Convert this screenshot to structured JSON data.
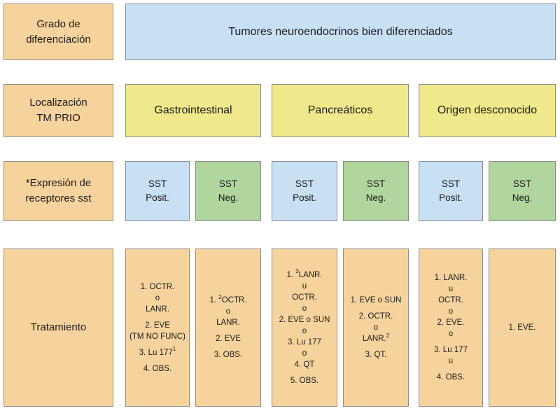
{
  "rows": {
    "grado": [
      "Grado de",
      "diferenciación"
    ],
    "localizacion": [
      "Localización",
      "TM PRIO"
    ],
    "expresion": [
      "*Expresión de",
      "receptores sst"
    ],
    "tratamiento": "Tratamiento"
  },
  "header": "Tumores neuroendocrinos bien diferenciados",
  "groups": {
    "gastro": "Gastrointestinal",
    "pancreas": "Pancreáticos",
    "origen": "Origen desconocido"
  },
  "sst": {
    "pos": [
      "SST",
      "Posit."
    ],
    "neg": [
      "SST",
      "Neg."
    ]
  },
  "treatments": {
    "gastro_pos": {
      "l1": "1. OCTR.",
      "l2": "o",
      "l3": "LANR.",
      "l4": "2. EVE",
      "l5": "(TM NO FUNC)",
      "l6": "3. Lu 177",
      "l6sup": "1",
      "l7": "4. OBS."
    },
    "gastro_neg": {
      "l1a": "1. ",
      "l1sup": "2",
      "l1b": "OCTR.",
      "l2": "o",
      "l3": "LANR.",
      "l4": "2. EVE",
      "l5": "3. OBS."
    },
    "panc_pos": {
      "l1a": "1. ",
      "l1sup": "3",
      "l1b": "LANR.",
      "l2": "u",
      "l3": "OCTR.",
      "l4": "o",
      "l5": "2. EVE o SUN",
      "l6": "o",
      "l7": "3. Lu 177",
      "l8": "o",
      "l9": "4. QT",
      "l10": "5. OBS."
    },
    "panc_neg": {
      "l1": "1. EVE o SUN",
      "l2": "2. OCTR.",
      "l3": "o",
      "l4": "LANR.",
      "l4sup": "2",
      "l5": "3. QT."
    },
    "orig_pos": {
      "l1": "1. LANR.",
      "l2": "u",
      "l3": "OCTR.",
      "l4": "o",
      "l5": "2. EVE.",
      "l6": "o",
      "l7": "3. Lu 177",
      "l8": "u",
      "l9": "4. OBS."
    },
    "orig_neg": {
      "l1": "1. EVE."
    }
  },
  "colors": {
    "orange": "#f6d39d",
    "blue": "#c8e0f3",
    "yellow": "#f0e98c",
    "green": "#b0d69e",
    "border": "#8c8c8c"
  }
}
